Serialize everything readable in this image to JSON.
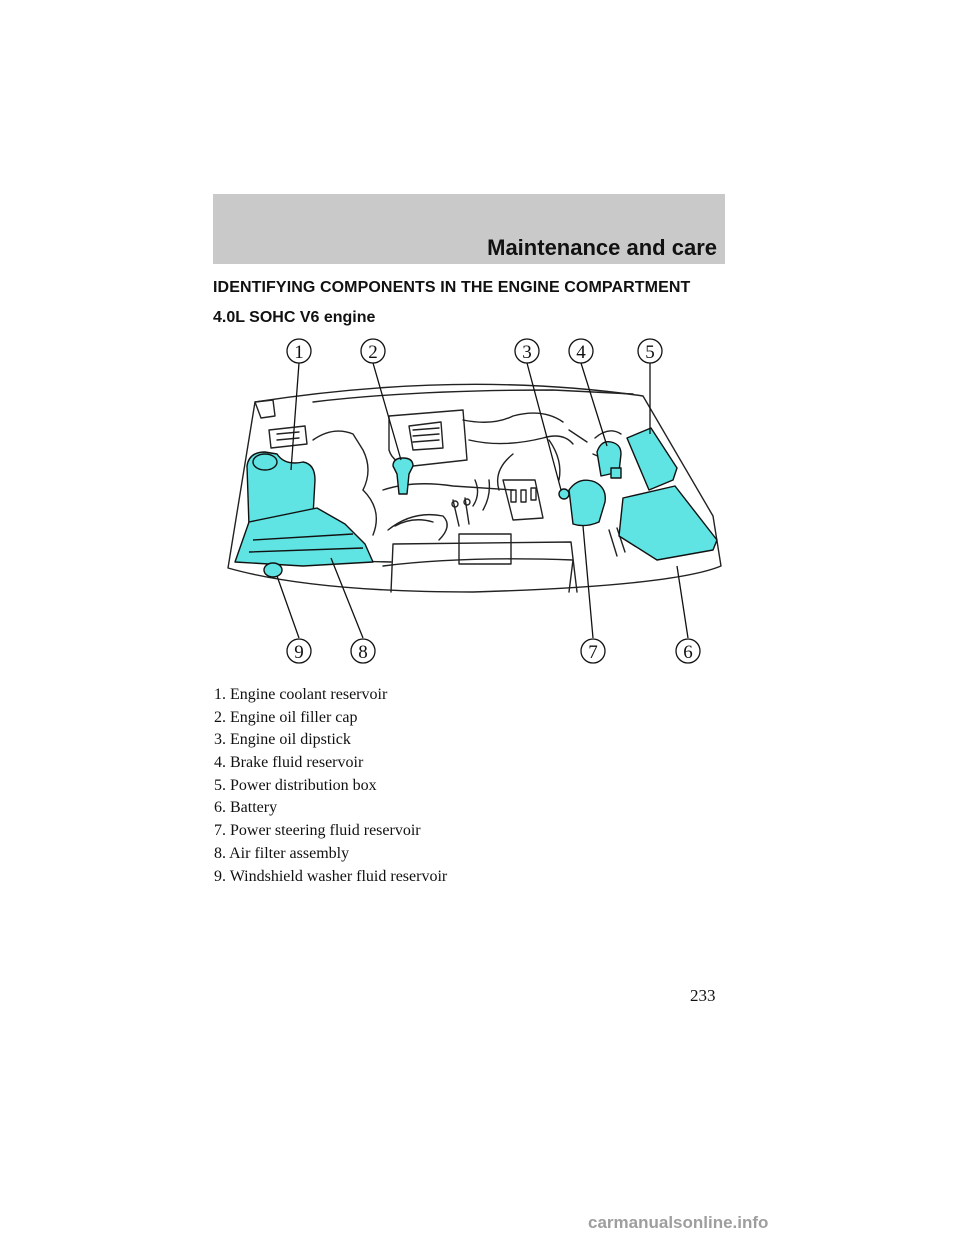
{
  "header": {
    "title": "Maintenance and care"
  },
  "section": {
    "title": "IDENTIFYING COMPONENTS IN THE ENGINE COMPARTMENT",
    "engine": "4.0L SOHC V6 engine"
  },
  "diagram": {
    "callouts": [
      "1",
      "2",
      "3",
      "4",
      "5",
      "6",
      "7",
      "8",
      "9"
    ],
    "highlight_color": "#5fe3e3"
  },
  "legend": [
    "1. Engine coolant reservoir",
    "2. Engine oil filler cap",
    "3. Engine oil dipstick",
    "4. Brake fluid reservoir",
    "5. Power distribution box",
    "6. Battery",
    "7. Power steering fluid reservoir",
    "8. Air filter assembly",
    "9. Windshield washer fluid reservoir"
  ],
  "page_number": "233",
  "watermark": "carmanualsonline.info"
}
